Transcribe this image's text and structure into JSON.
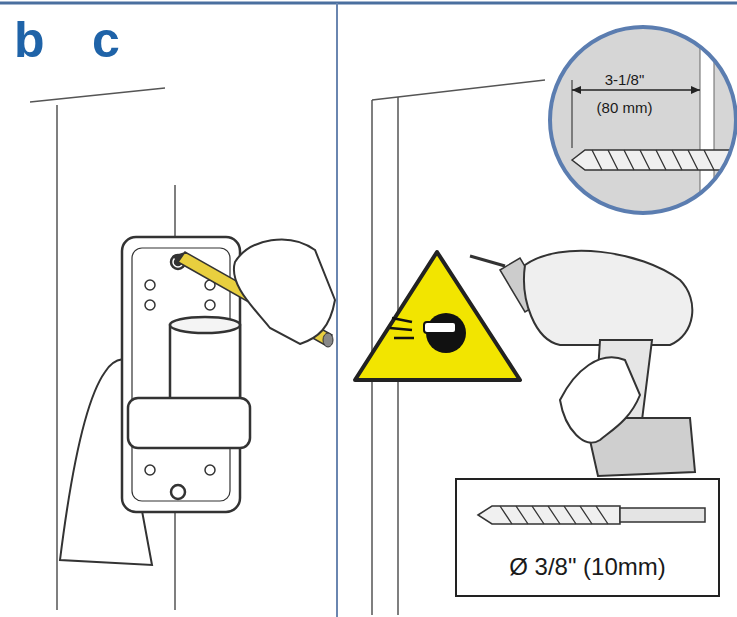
{
  "diagram": {
    "nodes": [
      {
        "text": [
          "3-1/8\"",
          "(80 mm)"
        ]
      },
      {
        "text": [
          "Ø 3/8\" (10mm)"
        ]
      }
    ],
    "labels": [
      "b",
      "c"
    ]
  }
}
